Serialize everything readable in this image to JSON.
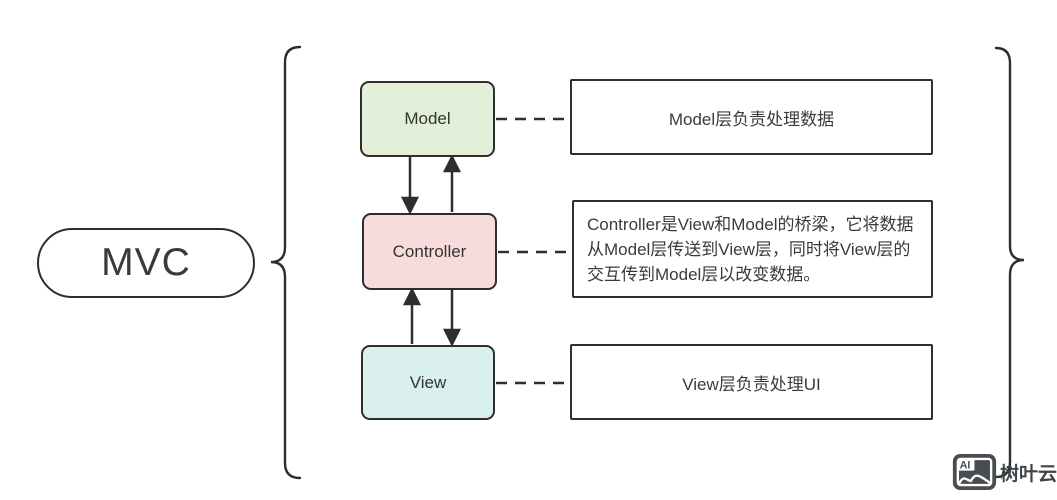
{
  "diagram": {
    "title": "MVC",
    "nodes": [
      {
        "id": "model",
        "label": "Model",
        "fill": "#e2f0d9",
        "description": "Model层负责处理数据"
      },
      {
        "id": "controller",
        "label": "Controller",
        "fill": "#f8dbdb",
        "description": "Controller是View和Model的桥梁，它将数据从Model层传送到View层，同时将View层的交互传到Model层以改变数据。"
      },
      {
        "id": "view",
        "label": "View",
        "fill": "#daf0ed",
        "description": "View层负责处理UI"
      }
    ],
    "edges": [
      {
        "from": "model",
        "to": "controller",
        "style": "arrow"
      },
      {
        "from": "controller",
        "to": "model",
        "style": "arrow"
      },
      {
        "from": "view",
        "to": "controller",
        "style": "arrow"
      },
      {
        "from": "controller",
        "to": "view",
        "style": "arrow"
      },
      {
        "from": "model",
        "to": "model-description",
        "style": "dashed"
      },
      {
        "from": "controller",
        "to": "controller-description",
        "style": "dashed"
      },
      {
        "from": "view",
        "to": "view-description",
        "style": "dashed"
      }
    ],
    "colors": {
      "stroke": "#2e2e2e",
      "text": "#3a3a3a",
      "background": "#ffffff"
    }
  },
  "watermark": {
    "icon_label": "AI",
    "text": "树叶云",
    "icon_color": "#484d52"
  }
}
